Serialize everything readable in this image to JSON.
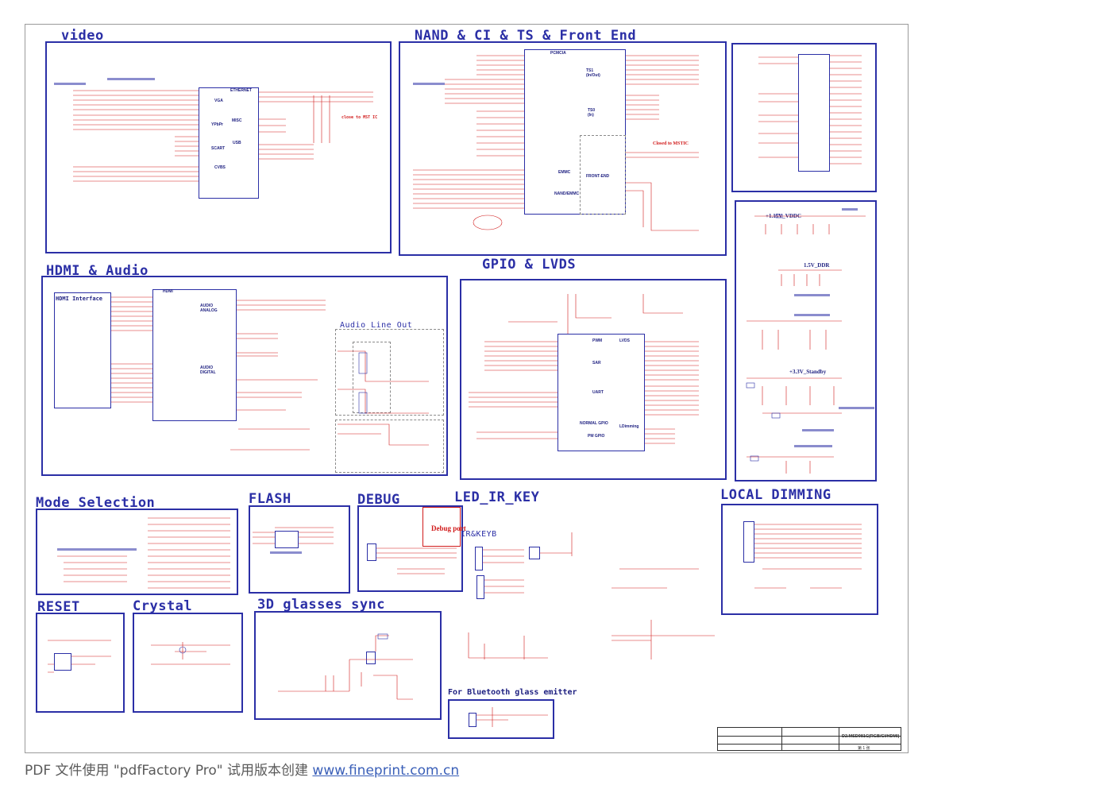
{
  "sections": {
    "video": "video",
    "nand": "NAND & CI & TS & Front End",
    "hdmi": "HDMI & Audio",
    "gpio": "GPIO & LVDS",
    "mode": "Mode Selection",
    "flash": "FLASH",
    "debug": "DEBUG",
    "led": "LED_IR_KEY",
    "local": "LOCAL DIMMING",
    "reset": "RESET",
    "crystal": "Crystal",
    "glasses": "3D glasses sync"
  },
  "sublabels": {
    "audio_line_out": "Audio Line Out",
    "hdmi_interface": "HDMI Interface",
    "ir_keyb": "IR&KEYB",
    "debug_port": "Debug port",
    "bt_emitter": "For Bluetooth glass emitter",
    "closed_to_mstic": "Closed to MSTIC",
    "pcmcia": "PCMCIA",
    "ts1": "TS1 (In/Out)",
    "ts0": "TS0 (In)",
    "emmc": "EMMC",
    "front_end": "FRONT-END",
    "nand_emmc": "NAND/EMMC",
    "hdmi_block": "HDMI",
    "audio_analog": "AUDIO ANALOG",
    "audio_digital": "AUDIO DIGITAL",
    "vga": "VGA",
    "ypbpr": "YPbPr",
    "scart": "SCART",
    "ethernet": "ETHERNET",
    "misc": "MISC",
    "usb": "USB",
    "cvbs": "CVBS",
    "pwm": "PWM",
    "lvds": "LVDS",
    "sar": "SAR",
    "uart": "UART",
    "normal_gpio": "NORMAL GPIO",
    "ldimming": "LDimming",
    "pm_gpio": "PM GPIO",
    "close_to_mst": "close to MST IC",
    "v115": "+1.15V_VDDC",
    "v15": "1.5V_DDR",
    "v33": "+3.3V_Standby"
  },
  "title_block": {
    "doc": "D2.MSD981C(RGB/CI/HDMI)",
    "sheet": "第 1 张"
  },
  "footer": {
    "text": "PDF 文件使用 \"pdfFactory Pro\" 试用版本创建 ",
    "link": "www.fineprint.com.cn"
  },
  "colors": {
    "border": "#2b2fa6",
    "wire": "#d11b1b",
    "frame": "#9a9a9a"
  }
}
